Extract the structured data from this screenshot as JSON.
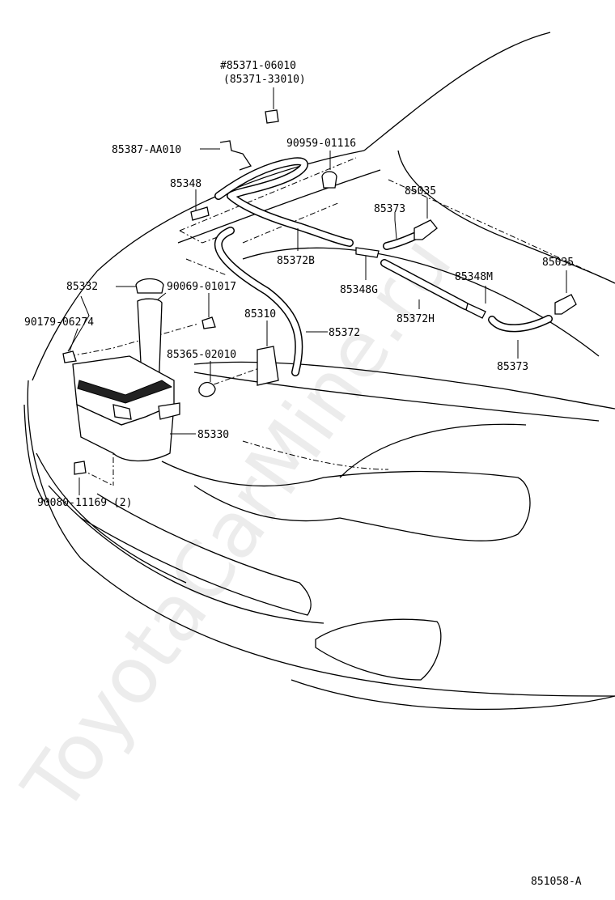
{
  "watermark": "ToyotaCarMine.ru",
  "diagram_code": "851058-A",
  "labels": {
    "p_85371_06010": "#85371-06010",
    "p_85371_33010": "(85371-33010)",
    "p_85387_aa010": "85387-AA010",
    "p_90959_01116": "90959-01116",
    "p_85348": "85348",
    "p_85035_a": "85035",
    "p_85373_a": "85373",
    "p_85372b": "85372B",
    "p_85348g": "85348G",
    "p_85035_b": "85035",
    "p_85348m": "85348M",
    "p_85332": "85332",
    "p_90069_01017": "90069-01017",
    "p_85310": "85310",
    "p_85372": "85372",
    "p_85372h": "85372H",
    "p_90179_06274": "90179-06274",
    "p_85365_02010": "85365-02010",
    "p_85373_b": "85373",
    "p_85330": "85330",
    "p_90080_11169": "90080-11169 (2)"
  }
}
